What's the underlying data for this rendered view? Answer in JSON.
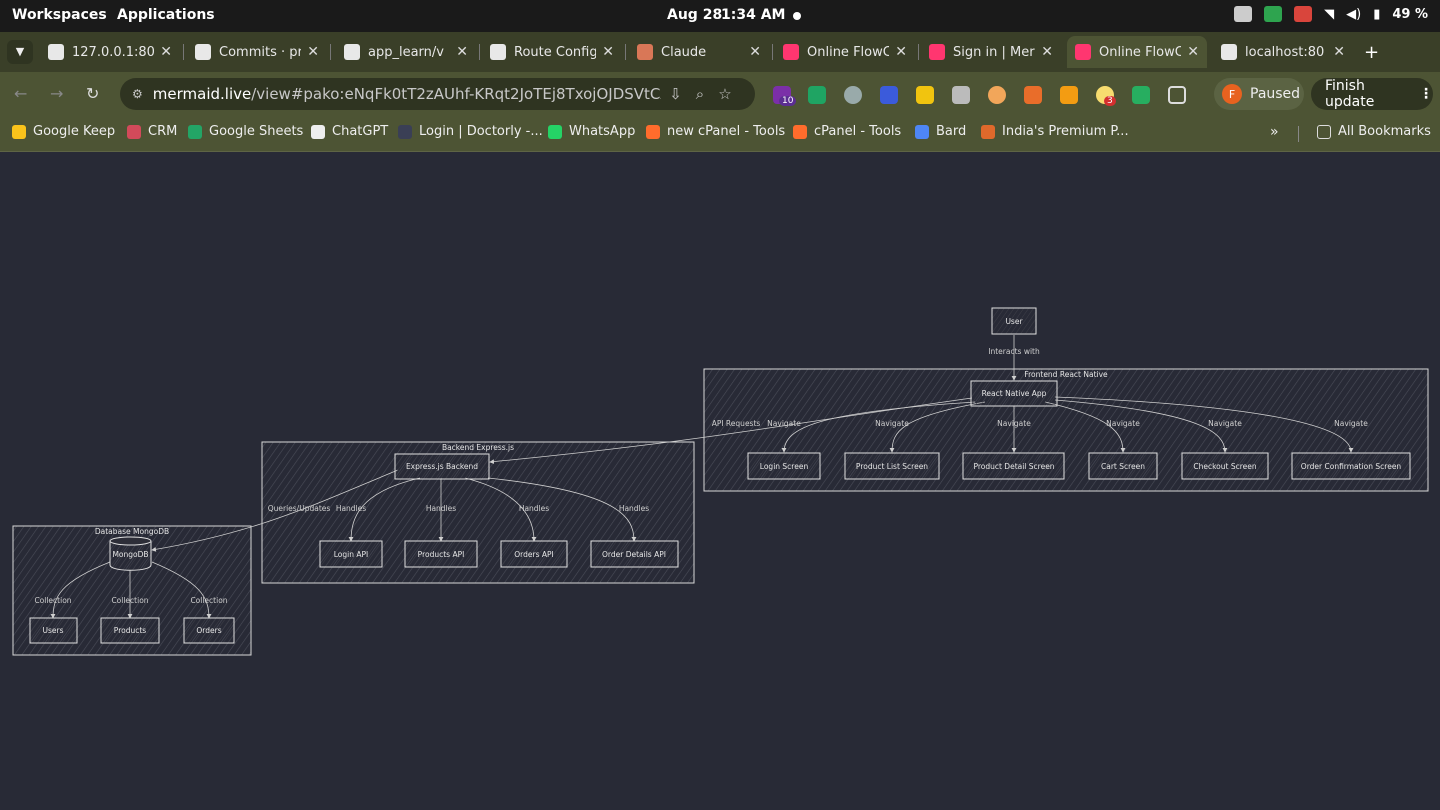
{
  "system_bar": {
    "workspaces": "Workspaces",
    "applications": "Applications",
    "date": "Aug 28",
    "time": "1:34 AM",
    "battery": "49 %"
  },
  "tabs": [
    {
      "title": "127.0.0.1:808",
      "icon": "globe-icon",
      "color": "#e8e8e8"
    },
    {
      "title": "Commits · pr",
      "icon": "github-icon",
      "color": "#e8e8e8"
    },
    {
      "title": "app_learn/v",
      "icon": "github-icon",
      "color": "#e8e8e8"
    },
    {
      "title": "Route Config",
      "icon": "chatgpt-icon",
      "color": "#e8e8e8"
    },
    {
      "title": "Claude",
      "icon": "claude-icon",
      "color": "#d97757"
    },
    {
      "title": "Online FlowC",
      "icon": "mermaid-icon",
      "color": "#ff3670"
    },
    {
      "title": "Sign in | Mer",
      "icon": "mermaid-icon",
      "color": "#ff3670"
    },
    {
      "title": "Online FlowC",
      "icon": "mermaid-icon",
      "color": "#ff3670"
    },
    {
      "title": "localhost:80",
      "icon": "globe-icon",
      "color": "#e8e8e8"
    }
  ],
  "address": {
    "host": "mermaid.live",
    "path": "/view#pako:eNqFk0tT2zAUhf-KRqt2JoTEj8TxojOJDSVtCAHKBscLY..."
  },
  "toolbar": {
    "paused_label": "Paused",
    "profile_initial": "F",
    "finish_label": "Finish update",
    "ext_badge_1": "10",
    "ext_badge_2": "3"
  },
  "bookmarks": [
    {
      "label": "Google Keep",
      "color": "#f9c31b"
    },
    {
      "label": "CRM",
      "color": "#d24a5a"
    },
    {
      "label": "Google Sheets",
      "color": "#23a566"
    },
    {
      "label": "ChatGPT",
      "color": "#eeeeee"
    },
    {
      "label": "Login | Doctorly -...",
      "color": "#3a3f55"
    },
    {
      "label": "WhatsApp",
      "color": "#25d366"
    },
    {
      "label": "new cPanel - Tools",
      "color": "#ff6c2c"
    },
    {
      "label": "cPanel - Tools",
      "color": "#ff6c2c"
    },
    {
      "label": "Bard",
      "color": "#4e86f5"
    },
    {
      "label": "India's Premium P...",
      "color": "#e0692b"
    }
  ],
  "all_bookmarks": "All Bookmarks",
  "diagram": {
    "user": "User",
    "interacts": "Interacts with",
    "frontend_title": "Frontend React Native",
    "react_app": "React Native App",
    "api_requests": "API Requests",
    "navigate": "Navigate",
    "screens": [
      "Login Screen",
      "Product List Screen",
      "Product Detail Screen",
      "Cart Screen",
      "Checkout Screen",
      "Order Confirmation Screen"
    ],
    "backend_title": "Backend Express.js",
    "express": "Express.js Backend",
    "queries": "Queries/Updates",
    "handles": "Handles",
    "apis": [
      "Login API",
      "Products API",
      "Orders API",
      "Order Details API"
    ],
    "db_title": "Database MongoDB",
    "mongodb": "MongoDB",
    "collection": "Collection",
    "collections": [
      "Users",
      "Products",
      "Orders"
    ]
  }
}
